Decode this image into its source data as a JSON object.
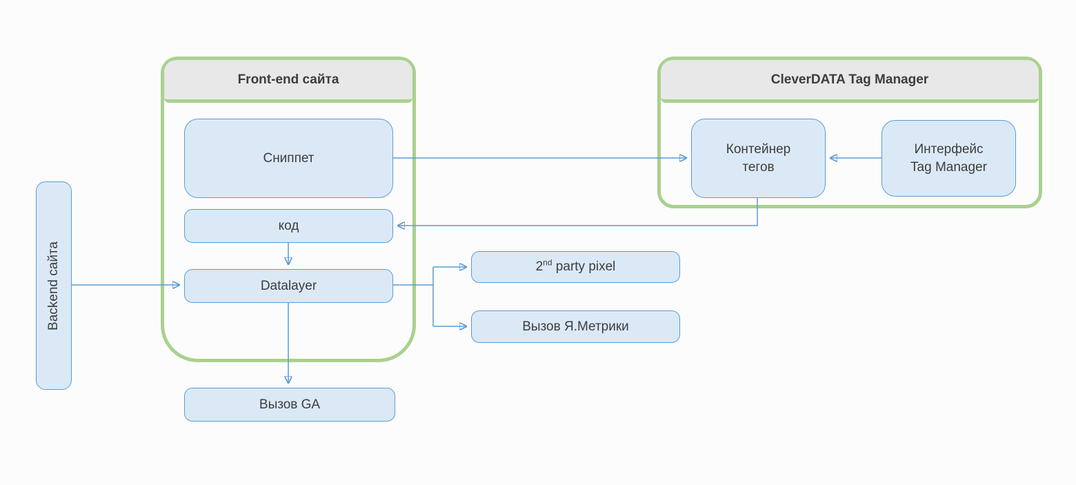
{
  "colors": {
    "green_border": "#a9d18e",
    "blue_border": "#5b9bd5",
    "blue_fill": "#dbe9f6",
    "header_fill": "#e8e8e8",
    "text": "#3d3d3d",
    "arrow": "#5b9bd5",
    "background": "#fcfcfc"
  },
  "containers": {
    "frontend": {
      "title": "Front-end сайта"
    },
    "cleverdata": {
      "title": "CleverDATA Tag Manager"
    }
  },
  "nodes": {
    "backend": {
      "label": "Backend сайта"
    },
    "snippet": {
      "label": "Сниппет"
    },
    "code": {
      "label": "код"
    },
    "datalayer": {
      "label": "Datalayer"
    },
    "ga_call": {
      "label": "Вызов GA"
    },
    "second_party_pixel": {
      "base": "2",
      "sup": "nd",
      "rest": " party pixel"
    },
    "metrika_call": {
      "label": "Вызов Я.Метрики"
    },
    "tag_container": {
      "line1": "Контейнер",
      "line2": "тегов"
    },
    "tm_interface": {
      "line1": "Интерфейс",
      "line2": "Tag Manager"
    }
  },
  "edges": [
    {
      "from": "Backend сайта",
      "to": "Datalayer"
    },
    {
      "from": "Сниппет",
      "to": "Контейнер тегов"
    },
    {
      "from": "Интерфейс Tag Manager",
      "to": "Контейнер тегов"
    },
    {
      "from": "Контейнер тегов",
      "to": "код"
    },
    {
      "from": "код",
      "to": "Datalayer"
    },
    {
      "from": "Datalayer",
      "to": "Вызов GA"
    },
    {
      "from": "Datalayer",
      "to": "2nd party pixel"
    },
    {
      "from": "Datalayer",
      "to": "Вызов Я.Метрики"
    }
  ]
}
